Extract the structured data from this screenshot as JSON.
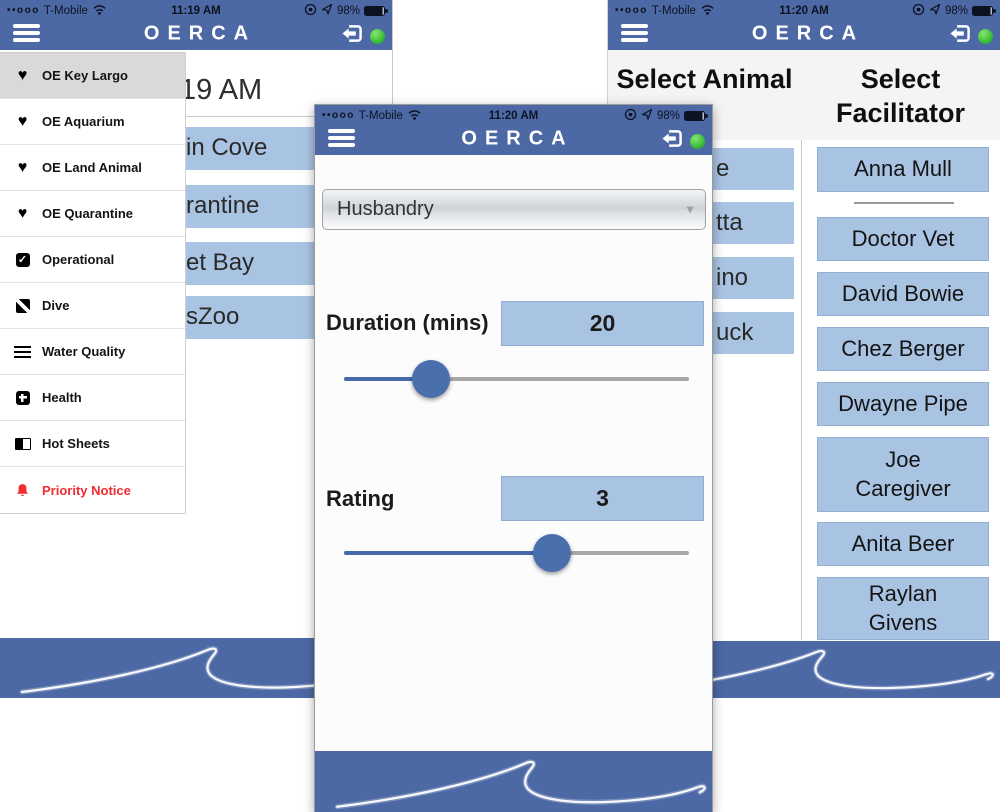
{
  "colors": {
    "header_blue": "#4c69a5",
    "button_blue": "#a9c4e3",
    "alert_red": "#f22c33"
  },
  "left": {
    "status": {
      "signal": "••ooo",
      "carrier": "T-Mobile",
      "time": "11:19 AM",
      "battery_pct": "98%"
    },
    "logo": "OERCA",
    "menu": {
      "items": [
        {
          "label": "OE Key Largo"
        },
        {
          "label": "OE Aquarium"
        },
        {
          "label": "OE Land Animal"
        },
        {
          "label": "OE Quarantine"
        },
        {
          "label": "Operational"
        },
        {
          "label": "Dive"
        },
        {
          "label": "Water Quality"
        },
        {
          "label": "Health"
        },
        {
          "label": "Hot Sheets"
        },
        {
          "label": "Priority Notice"
        }
      ]
    },
    "content": {
      "time_heading": "19 AM",
      "location_buttons": [
        "in Cove",
        "rantine",
        "et Bay",
        "sZoo"
      ]
    }
  },
  "middle": {
    "status": {
      "signal": "••ooo",
      "carrier": "T-Mobile",
      "time": "11:20 AM",
      "battery_pct": "98%"
    },
    "logo": "OERCA",
    "form": {
      "session_type": "Husbandry",
      "duration_label": "Duration (mins)",
      "duration_value": "20",
      "duration_slider_percent": 25,
      "rating_label": "Rating",
      "rating_value": "3",
      "rating_slider_percent": 60
    }
  },
  "right": {
    "status": {
      "signal": "••ooo",
      "carrier": "T-Mobile",
      "time": "11:20 AM",
      "battery_pct": "98%"
    },
    "logo": "OERCA",
    "headings": {
      "animal": "Select Animal",
      "facilitator": "Select Facilitator"
    },
    "animal_buttons": [
      "e",
      "tta",
      "ino",
      "uck"
    ],
    "facilitators": [
      "Anna Mull",
      "Doctor Vet",
      "David Bowie",
      "Chez Berger",
      "Dwayne Pipe",
      "Joe Caregiver",
      "Anita Beer",
      "Raylan Givens"
    ]
  }
}
